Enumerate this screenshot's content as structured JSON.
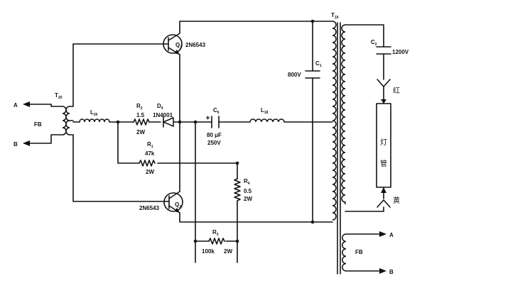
{
  "transistors": {
    "q1": {
      "ref": "Q",
      "ref_sub": "1",
      "part": "2N6543"
    },
    "q2": {
      "ref": "Q",
      "ref_sub": "2",
      "part": "2N6543"
    }
  },
  "transformer_primary": {
    "ref": "T",
    "ref_sub": "20",
    "winding_label": "FB",
    "terminal_a": "A",
    "terminal_b": "B"
  },
  "transformer_main": {
    "ref": "T",
    "ref_sub": "19"
  },
  "feedback_winding": {
    "label": "FB",
    "terminal_a": "A",
    "terminal_b": "B"
  },
  "inductors": {
    "l20": {
      "ref": "L",
      "ref_sub": "20"
    },
    "l18": {
      "ref": "L",
      "ref_sub": "18"
    }
  },
  "resistors": {
    "r2": {
      "ref": "R",
      "ref_sub": "2",
      "value": "1.5",
      "rating": "2W"
    },
    "r1": {
      "ref": "R",
      "ref_sub": "1",
      "value": "47k",
      "rating": "2W"
    },
    "r4": {
      "ref": "R",
      "ref_sub": "4",
      "value": "0.5",
      "rating": "2W"
    },
    "r3": {
      "ref": "R",
      "ref_sub": "3",
      "value": "100k",
      "rating": "2W"
    }
  },
  "diode": {
    "ref": "D",
    "ref_sub": "4",
    "part": "1N4001"
  },
  "capacitors": {
    "c6": {
      "ref": "C",
      "ref_sub": "6",
      "value": "80 μF",
      "rating": "250V"
    },
    "c1": {
      "ref": "C",
      "ref_sub": "1",
      "rating": "800V"
    },
    "c2": {
      "ref": "C",
      "ref_sub": "2",
      "rating": "1200V"
    }
  },
  "lamp": {
    "text_top": "灯",
    "text_bottom": "管",
    "wire_red": "红",
    "wire_yellow": "黄"
  }
}
